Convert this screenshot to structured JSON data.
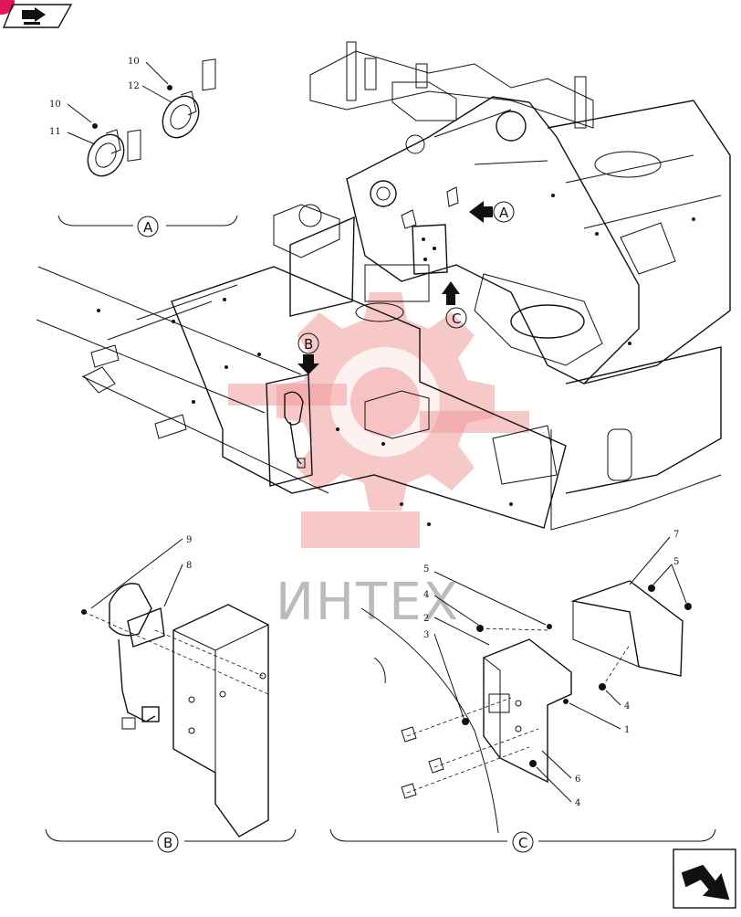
{
  "watermark": {
    "text": "ИНТЕХ",
    "color": "#f19a9a"
  },
  "header": {
    "corner_badge_color": "#e0185a",
    "icon": "book-arrow-icon"
  },
  "footer": {
    "icon": "next-page-arrow-icon"
  },
  "views": {
    "A": {
      "label": "A"
    },
    "B": {
      "label": "B"
    },
    "C": {
      "label": "C"
    }
  },
  "view_markers": {
    "A": "A",
    "B": "B",
    "C": "C"
  },
  "callouts": {
    "n10a": "10",
    "n12": "12",
    "n10b": "10",
    "n11": "11",
    "n9": "9",
    "n8": "8",
    "n7": "7",
    "n5a": "5",
    "n5b": "5",
    "n4a": "4",
    "n2": "2",
    "n3": "3",
    "n4b": "4",
    "n1": "1",
    "n6": "6",
    "n4c": "4"
  }
}
